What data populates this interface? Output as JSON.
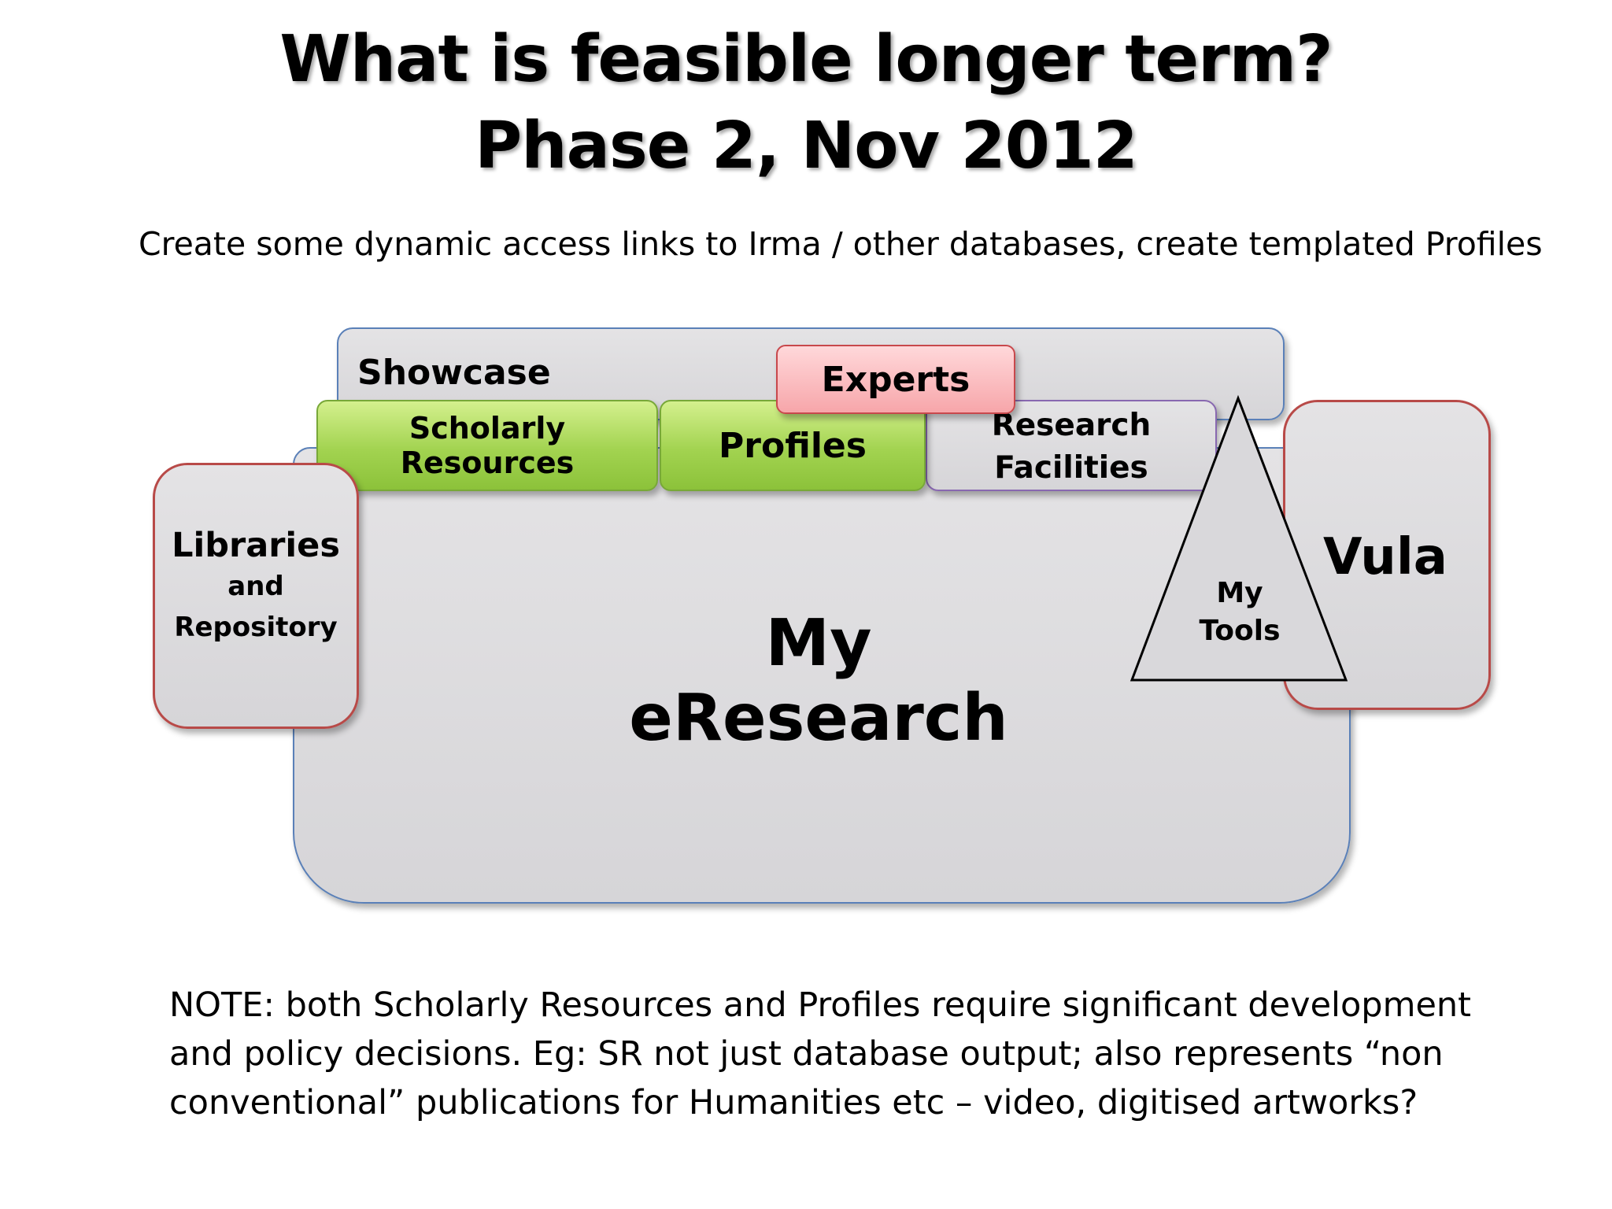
{
  "title": {
    "line1": "What is feasible longer term?",
    "line2": "Phase 2, Nov 2012"
  },
  "subtitle": "Create some dynamic access links to Irma / other databases, create templated Profiles",
  "diagram": {
    "my_eresearch": "My eResearch",
    "showcase": "Showcase",
    "experts": "Experts",
    "scholarly_resources": "Scholarly Resources",
    "profiles": "Profiles",
    "research_facilities": {
      "line1": "Research",
      "line2": "Facilities"
    },
    "libraries": {
      "line1": "Libraries",
      "line2": "and",
      "line3": "Repository"
    },
    "vula": "Vula",
    "my_tools": {
      "line1": "My",
      "line2": "Tools"
    }
  },
  "note": {
    "line1": "NOTE: both Scholarly Resources and Profiles require significant development",
    "line2": "and policy decisions.  Eg: SR not just database output; also represents “non",
    "line3": "conventional” publications for Humanities etc – video, digitised artworks?"
  }
}
